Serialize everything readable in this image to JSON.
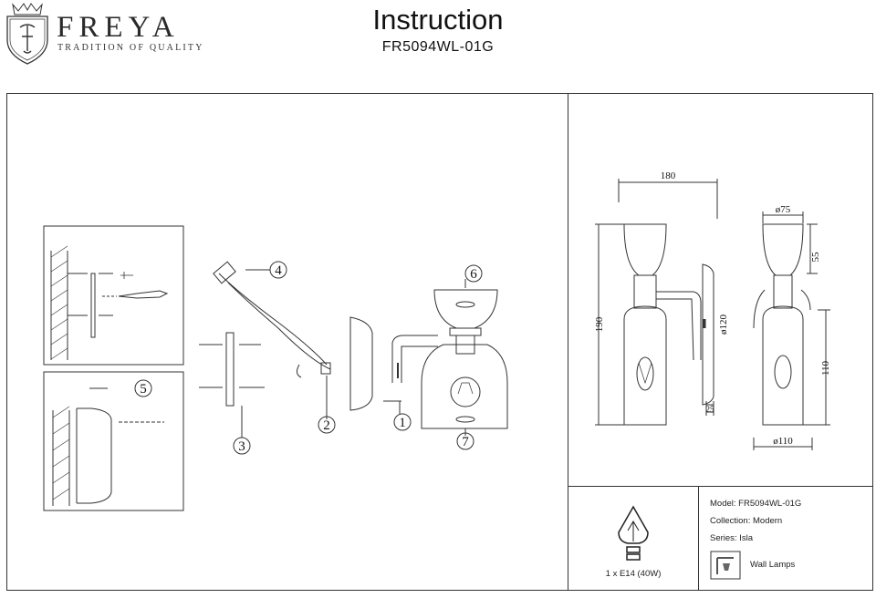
{
  "header": {
    "brand": "FREYA",
    "tagline": "TRADITION OF QUALITY",
    "title": "Instruction",
    "model_code": "FR5094WL-01G"
  },
  "callouts": [
    "4",
    "5",
    "3",
    "2",
    "1",
    "6",
    "7"
  ],
  "dimensions": {
    "width_total": "180",
    "height_total": "190",
    "shade_diameter": "ø120",
    "base_depth": "25",
    "top_diameter": "ø75",
    "top_height": "55",
    "bottom_height": "110",
    "bottom_diameter": "ø110"
  },
  "specs": {
    "model": "Model: FR5094WL-01G",
    "collection": "Collection: Modern",
    "series": "Series: Isla",
    "bulb": "1 x E14 (40W)",
    "category": "Wall Lamps"
  }
}
